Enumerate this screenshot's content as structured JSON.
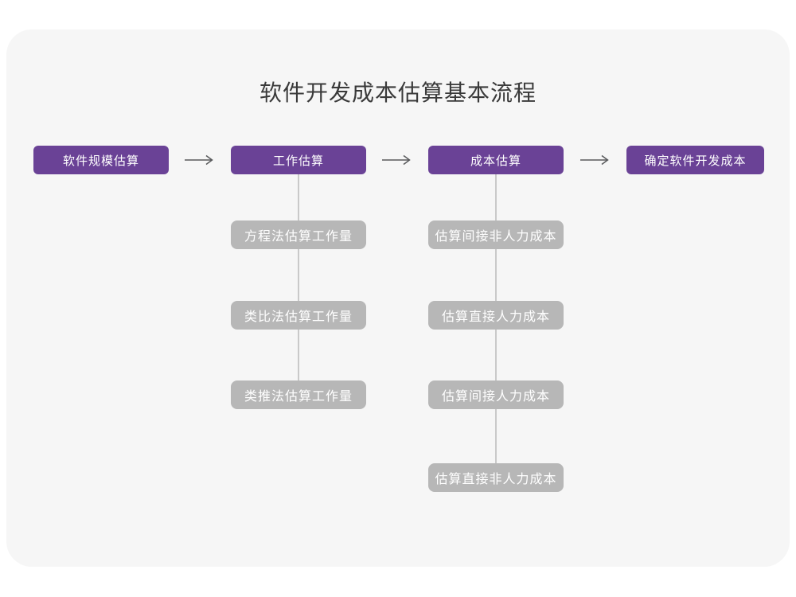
{
  "title": "软件开发成本估算基本流程",
  "colors": {
    "main_node": "#6A4296",
    "sub_node": "#B7B7B7",
    "card_background": "#F6F6F6",
    "page_background": "#FFFFFF",
    "connector_line": "#C9C9C9",
    "arrow": "#58595B",
    "title_text": "#3A3A3A"
  },
  "flow": {
    "steps": [
      {
        "label": "软件规模估算"
      },
      {
        "label": "工作估算"
      },
      {
        "label": "成本估算"
      },
      {
        "label": "确定软件开发成本"
      }
    ],
    "work_substeps": [
      {
        "label": "方程法估算工作量"
      },
      {
        "label": "类比法估算工作量"
      },
      {
        "label": "类推法估算工作量"
      }
    ],
    "cost_substeps": [
      {
        "label": "估算间接非人力成本"
      },
      {
        "label": "估算直接人力成本"
      },
      {
        "label": "估算间接人力成本"
      },
      {
        "label": "估算直接非人力成本"
      }
    ]
  }
}
